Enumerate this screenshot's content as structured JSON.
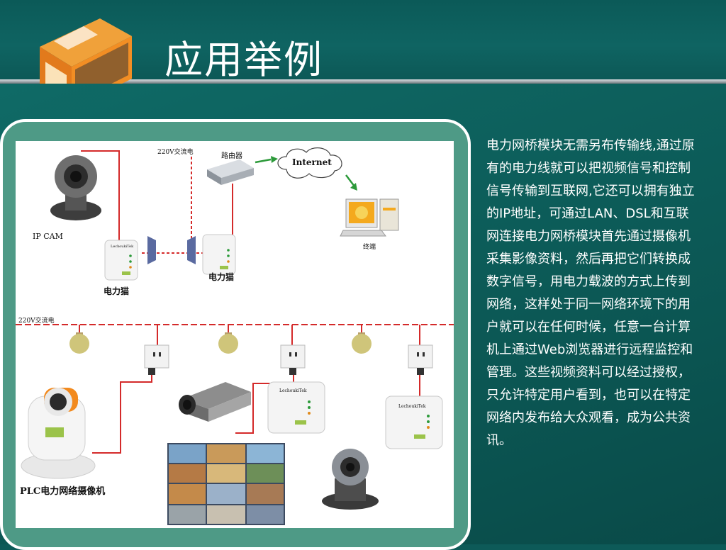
{
  "slide": {
    "title": "应用举例"
  },
  "description": {
    "lines": [
      "电力网桥模块无需另布传输线,通过原",
      "有的电力线就可以把视频信号和控制",
      "信号传输到互联网,它还可以拥有独立",
      "的IP地址，可通过LAN、DSL和互联",
      "网连接电力网桥模块首先通过摄像机",
      "采集影像资料，然后再把它们转换成",
      "数字信号，用电力载波的方式上传到",
      "网络，这样处于同一网络环境下的用",
      "户就可以在任何时候，任意一台计算",
      "机上通过Web浏览器进行远程监控和",
      "管理。这些视频资料可以经过授权，",
      "只允许特定用户看到，也可以在特定",
      "网络内发布给大众观看，成为公共资",
      "讯。"
    ]
  },
  "diagram": {
    "label_ac_top": "220V交流电",
    "label_router": "路由器",
    "label_internet": "Internet",
    "label_ipcam": "IP CAM",
    "label_terminal": "终端",
    "label_plc_left": "电力猫",
    "label_plc_right": "电力猫",
    "label_ac_line": "220V交流电",
    "label_plc_camera": "PLC电力网络摄像机",
    "plc_brand": "LechoukiTek",
    "line_color": "#d42a2a",
    "arrow_color": "#2c9a3a"
  }
}
